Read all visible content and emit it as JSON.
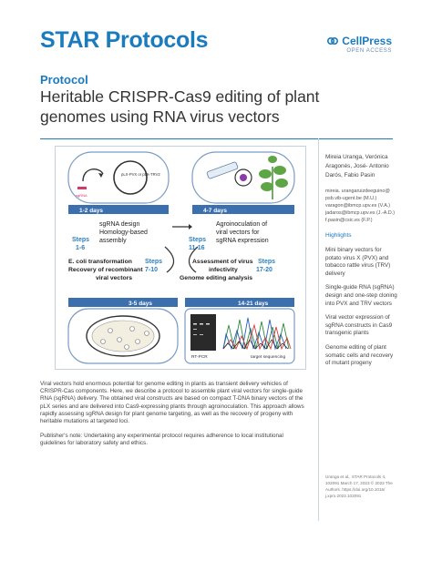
{
  "header": {
    "journal": "STAR Protocols",
    "publisher": "CellPress",
    "publisher_sub": "OPEN ACCESS"
  },
  "article": {
    "kicker": "Protocol",
    "title": "Heritable CRISPR-Cas9 editing of plant genomes using RNA virus vectors"
  },
  "figure": {
    "cell1": {
      "label": "sgRNA",
      "plasmid": "pLX-PVX or pLX-TRV2"
    },
    "days1": "1-2 days",
    "days2": "4-7 days",
    "days3": "3-5 days",
    "days4": "14-21 days",
    "box1_text": [
      "sgRNA design",
      "Homology-based",
      "assembly"
    ],
    "box1_steps": [
      "Steps",
      "1-6"
    ],
    "box2_text": [
      "Agroinoculation of",
      "viral vectors for",
      "sgRNA expression"
    ],
    "box2_steps": [
      "Steps",
      "11-16"
    ],
    "box3_steps": [
      "Steps",
      "7-10"
    ],
    "box3_text": [
      "E. coli transformation",
      "Recovery of recombinant",
      "viral vectors"
    ],
    "box4_steps": [
      "Steps",
      "17-20"
    ],
    "box4_text": [
      "Assessment of virus",
      "infectivity",
      "Genome editing analysis"
    ],
    "gel_label": "RT-PCR",
    "seq_label": "target sequencing"
  },
  "abstract": {
    "summary": "Viral vectors hold enormous potential for genome editing in plants as transient delivery vehicles of CRISPR-Cas components. Here, we describe a protocol to assemble plant viral vectors for single-guide RNA (sgRNA) delivery. The obtained viral constructs are based on compact T-DNA binary vectors of the pLX series and are delivered into Cas9-expressing plants through agroinoculation. This approach allows rapidly assessing sgRNA design for plant genome targeting, as well as the recovery of progeny with heritable mutations at targeted loci.",
    "note": "Publisher's note: Undertaking any experimental protocol requires adherence to local institutional guidelines for laboratory safety and ethics."
  },
  "sidebar": {
    "authors": "Mireia Uranga, Verónica Aragonés, José- Antonio Darós, Fabio Pasin",
    "contacts": "mireia. urangaruizdeeguino@ psb.vib-ugent.be (M.U.) varagon@ibmcp.upv.es (V.A.) jadaros@ibmcp.upv.es (J.-A.D.) f.pasin@csic.es (F.P.)",
    "highlights_title": "Highlights",
    "highlights": [
      "Mini binary vectors for potato virus X (PVX) and tobacco rattle virus (TRV) delivery",
      "Single-guide RNA (sgRNA) design and one-step cloning into PVX and TRV vectors",
      "Viral vector expression of sgRNA constructs in Cas9 transgenic plants",
      "Genome editing of plant somatic cells and recovery of mutant progeny"
    ],
    "citation": "Uranga et al., STAR Protocols 4, 102091 March 17, 2023 © 2023 The Authors. https://doi.org/10.1016/ j.xpro.2023.102091"
  },
  "colors": {
    "brand_blue": "#1a7bbf",
    "steps_blue": "#2c7fc0",
    "day_bar": "#3b6fae"
  }
}
